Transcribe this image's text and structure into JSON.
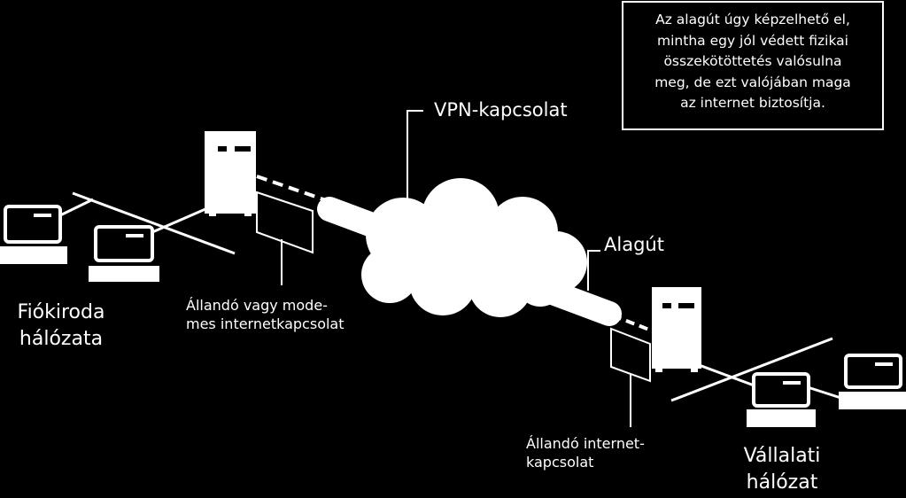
{
  "callout": {
    "lines": [
      "Az alagút úgy képzelhető el,",
      "mintha egy jól védett fizikai",
      "összekötöttetés valósulna",
      "meg, de ezt valójában maga",
      "az internet biztosítja."
    ]
  },
  "labels": {
    "vpn": "VPN-kapcsolat",
    "tunnel": "Alagút",
    "branch_line1": "Fiókiroda",
    "branch_line2": "hálózata",
    "branch_conn_line1": "Állandó vagy mode-",
    "branch_conn_line2": "mes internetkapcsolat",
    "corp_conn_line1": "Állandó internet-",
    "corp_conn_line2": "kapcsolat",
    "corp_line1": "Vállalati",
    "corp_line2": "hálózat"
  }
}
